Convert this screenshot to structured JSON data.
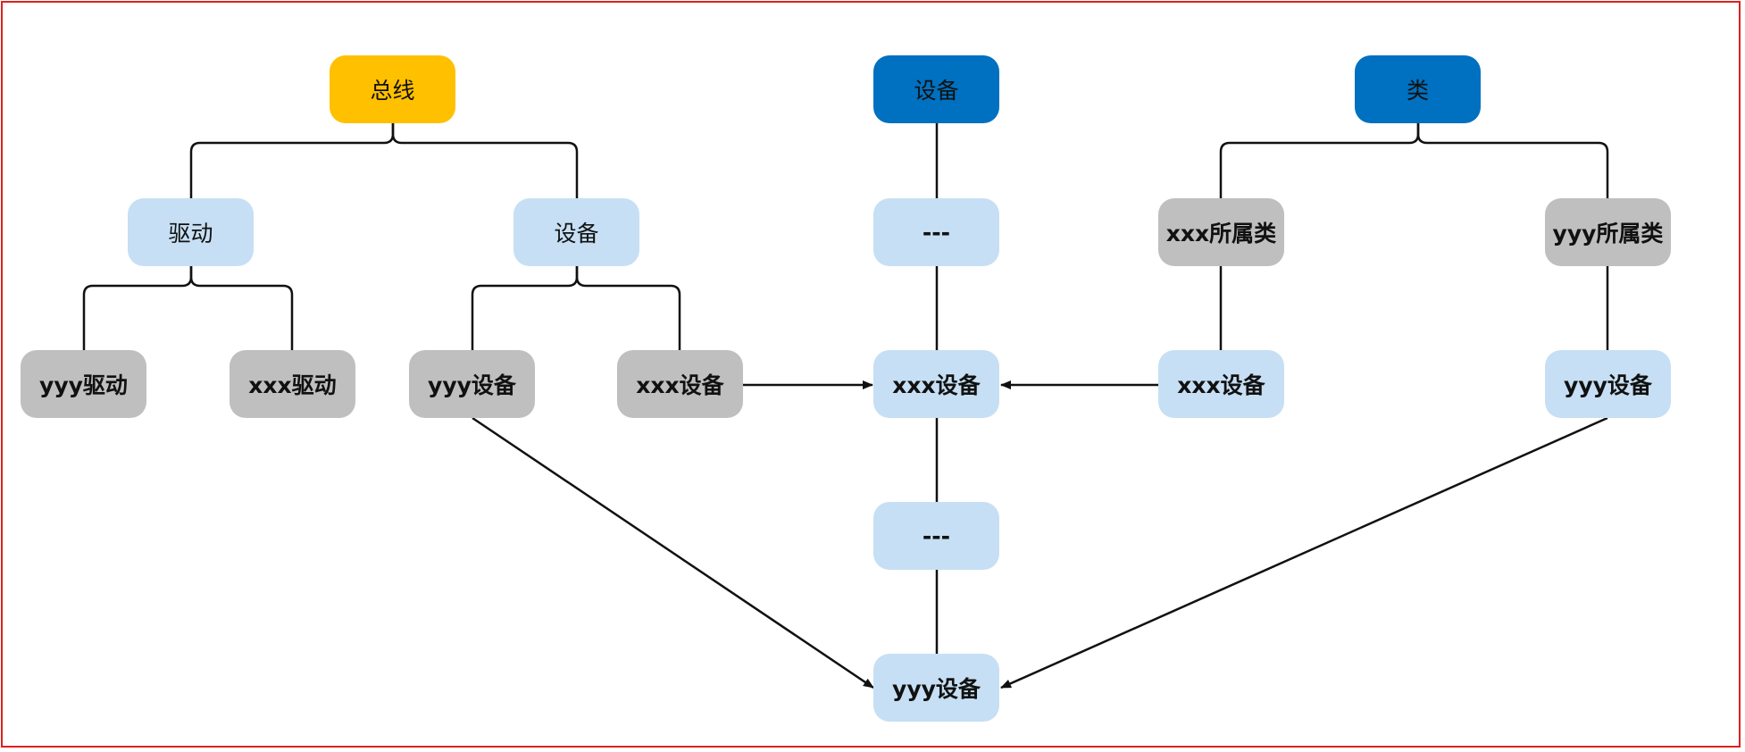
{
  "colors": {
    "frame": "#e02020",
    "root_bus": "#ffc000",
    "root_device_class": "#0070c0",
    "light_node": "#c6dff4",
    "gray_node": "#bfbfbf",
    "line": "#111111"
  },
  "nodes": {
    "bus": "总线",
    "device_root": "设备",
    "class_root": "类",
    "driver": "驱动",
    "bus_device": "设备",
    "dash_top": "---",
    "xxx_class": "xxx所属类",
    "yyy_class": "yyy所属类",
    "yyy_driver": "yyy驱动",
    "xxx_driver": "xxx驱动",
    "yyy_bus_device": "yyy设备",
    "xxx_bus_device": "xxx设备",
    "xxx_center_device": "xxx设备",
    "xxx_class_device": "xxx设备",
    "yyy_class_device": "yyy设备",
    "dash_bottom": "---",
    "yyy_center_device": "yyy设备"
  }
}
